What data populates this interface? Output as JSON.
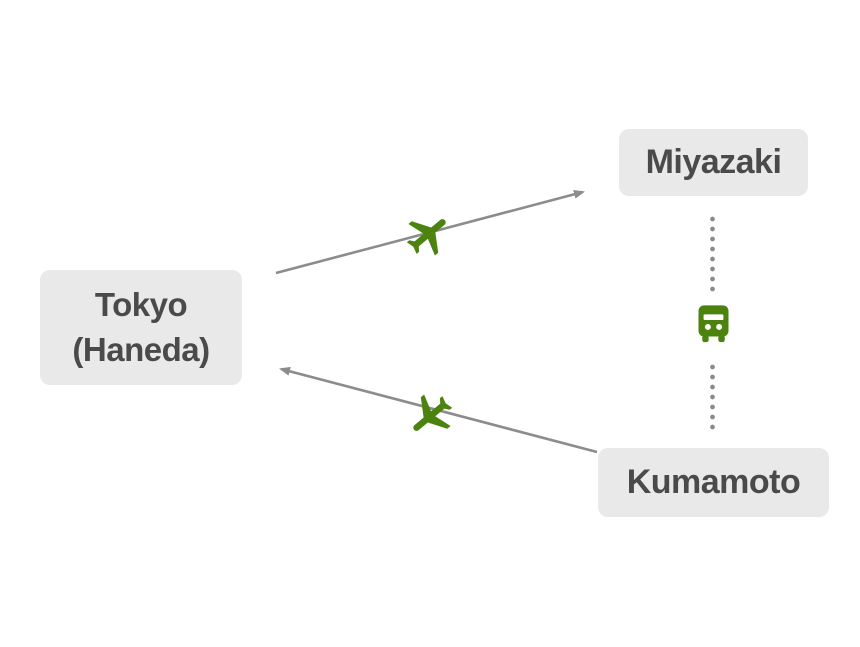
{
  "diagram": {
    "nodes": {
      "tokyo": {
        "line1": "Tokyo",
        "line2": "(Haneda)"
      },
      "miyazaki": {
        "label": "Miyazaki"
      },
      "kumamoto": {
        "label": "Kumamoto"
      }
    },
    "edges": [
      {
        "from": "Tokyo (Haneda)",
        "to": "Miyazaki",
        "mode": "flight",
        "style": "solid-arrow"
      },
      {
        "from": "Miyazaki",
        "to": "Kumamoto",
        "mode": "bus",
        "style": "dotted-line"
      },
      {
        "from": "Kumamoto",
        "to": "Tokyo (Haneda)",
        "mode": "flight",
        "style": "solid-arrow"
      }
    ],
    "icons": {
      "outbound": "airplane-icon",
      "return": "airplane-icon",
      "ground": "bus-icon"
    },
    "colors": {
      "background": "#ffffff",
      "node_bg": "#e9e9e9",
      "node_text": "#4a4a4a",
      "arrow_gray": "#8c8c8c",
      "transport_green": "#4c830e"
    }
  }
}
